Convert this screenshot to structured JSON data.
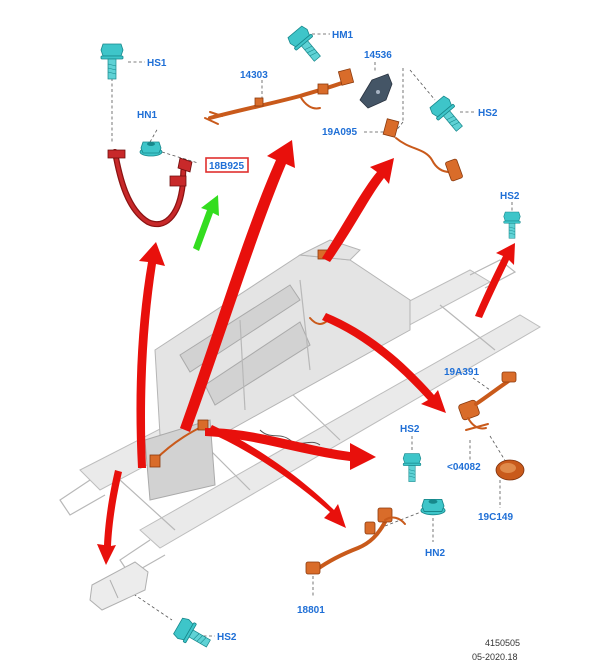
{
  "labels": {
    "hs1": "HS1",
    "hm1": "HM1",
    "part_14303": "14303",
    "part_14536": "14536",
    "hn1": "HN1",
    "hs2_top": "HS2",
    "part_19A095": "19A095",
    "part_18B925": "18B925",
    "hs2_right": "HS2",
    "part_19A391": "19A391",
    "hs2_mid": "HS2",
    "part_04082": "<04082",
    "part_19C149": "19C149",
    "hn2": "HN2",
    "part_18801": "18801",
    "hs2_bottom": "HS2"
  },
  "reference": {
    "illustration_id": "4150505",
    "date": "05-2020.18"
  },
  "colors": {
    "label_blue": "#1f6fd6",
    "highlight_box": "#e0302e",
    "callout_arrow_red": "#e8100c",
    "pointer_arrow_green": "#33dd1f",
    "harness_orange": "#c95a1b",
    "fastener_teal": "#3ec5c9",
    "frame_gray": "#b8b8b8"
  },
  "icons": {
    "fastener": "bolt-icon",
    "nut": "nut-icon",
    "callout": "red-arrow-icon",
    "pointer": "green-arrow-icon"
  }
}
